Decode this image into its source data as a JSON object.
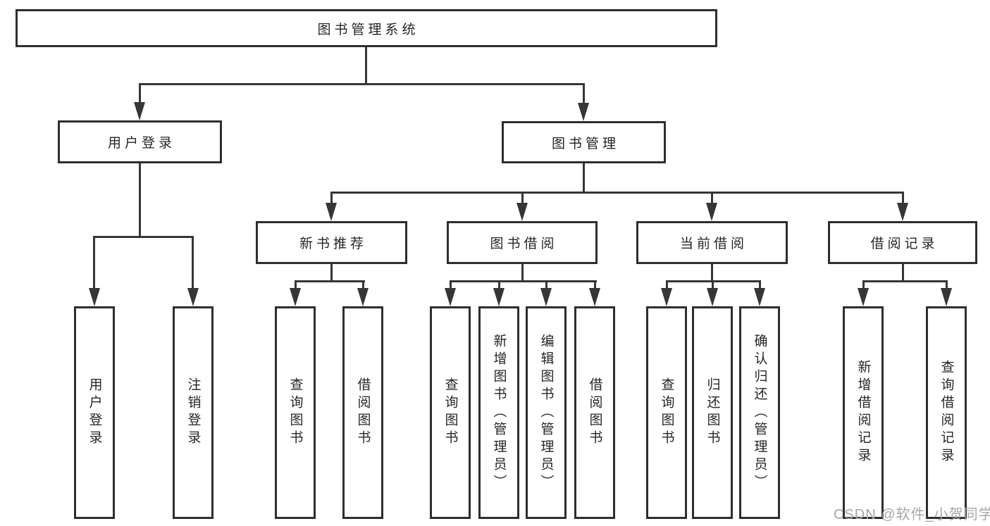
{
  "diagram": {
    "type": "hierarchy-tree",
    "root": {
      "label": "图书管理系统"
    },
    "branches": [
      {
        "label": "用户登录",
        "children": [
          {
            "label": "用户登录"
          },
          {
            "label": "注销登录"
          }
        ]
      },
      {
        "label": "图书管理",
        "children": [
          {
            "label": "新书推荐",
            "children": [
              {
                "label": "查询图书"
              },
              {
                "label": "借阅图书"
              }
            ]
          },
          {
            "label": "图书借阅",
            "children": [
              {
                "label": "查询图书"
              },
              {
                "label": "新增图书（管理员）"
              },
              {
                "label": "编辑图书（管理员）"
              },
              {
                "label": "借阅图书"
              }
            ]
          },
          {
            "label": "当前借阅",
            "children": [
              {
                "label": "查询图书"
              },
              {
                "label": "归还图书"
              },
              {
                "label": "确认归还（管理员）"
              }
            ]
          },
          {
            "label": "借阅记录",
            "children": [
              {
                "label": "新增借阅记录"
              },
              {
                "label": "查询借阅记录"
              }
            ]
          }
        ]
      }
    ]
  },
  "watermark": {
    "text": "CSDN @软件_小贺同学"
  },
  "colors": {
    "line": "#363636",
    "border": "#2e2e2e",
    "text": "#262626",
    "watermark": "#a6a6a6",
    "background": "#ffffff"
  }
}
